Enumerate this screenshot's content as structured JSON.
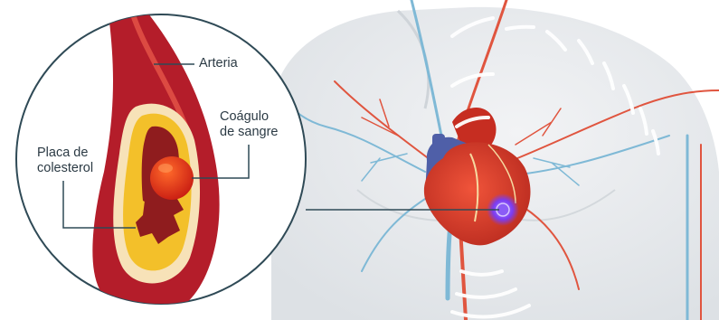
{
  "labels": {
    "artery": "Arteria",
    "clot": "Coágulo\nde sangre",
    "plaque": "Placa de\ncolesterol"
  },
  "colors": {
    "background": "#ffffff",
    "body_skin": "#e9ecef",
    "circle_border": "#2f4a56",
    "artery_red": "#b41d2a",
    "plaque_yellow": "#f3c02a",
    "clot_red": "#e0361b",
    "heart_red": "#d83a2c",
    "heart_blue": "#4f5fa8",
    "pulse_purple": "#7a3cf2",
    "vein_blue": "#7fb9d6",
    "wave_white": "#ffffff"
  },
  "icons": [
    "heart-illustration",
    "artery-cross-section",
    "pulse-waves"
  ]
}
